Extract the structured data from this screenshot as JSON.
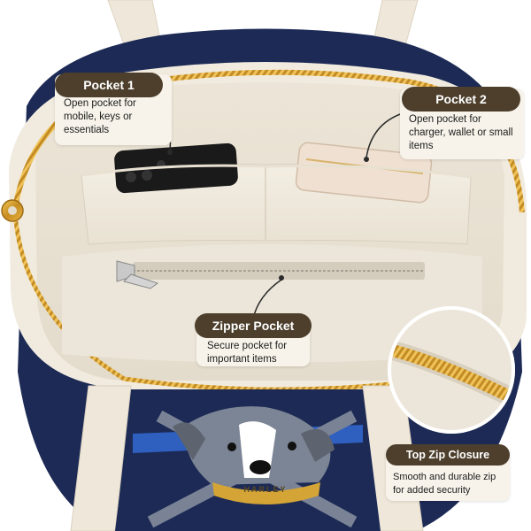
{
  "callouts": {
    "pocket1": {
      "title": "Pocket 1",
      "description": "Open pocket for mobile, keys or essentials"
    },
    "pocket2": {
      "title": "Pocket 2",
      "description": "Open pocket for charger, wallet or small items"
    },
    "zipper_pocket": {
      "title": "Zipper Pocket",
      "description": "Secure pocket for important items"
    },
    "top_zip": {
      "title": "Top Zip Closure",
      "description": "Smooth and durable zip for added security"
    }
  },
  "dog_collar_text": "HARLEY",
  "colors": {
    "canvas": "#f1ebdf",
    "navy": "#1c2a55",
    "zipper_gold": "#d6a12d",
    "callout_bg": "#f7f3ea",
    "callout_title": "#4d3f2c"
  }
}
